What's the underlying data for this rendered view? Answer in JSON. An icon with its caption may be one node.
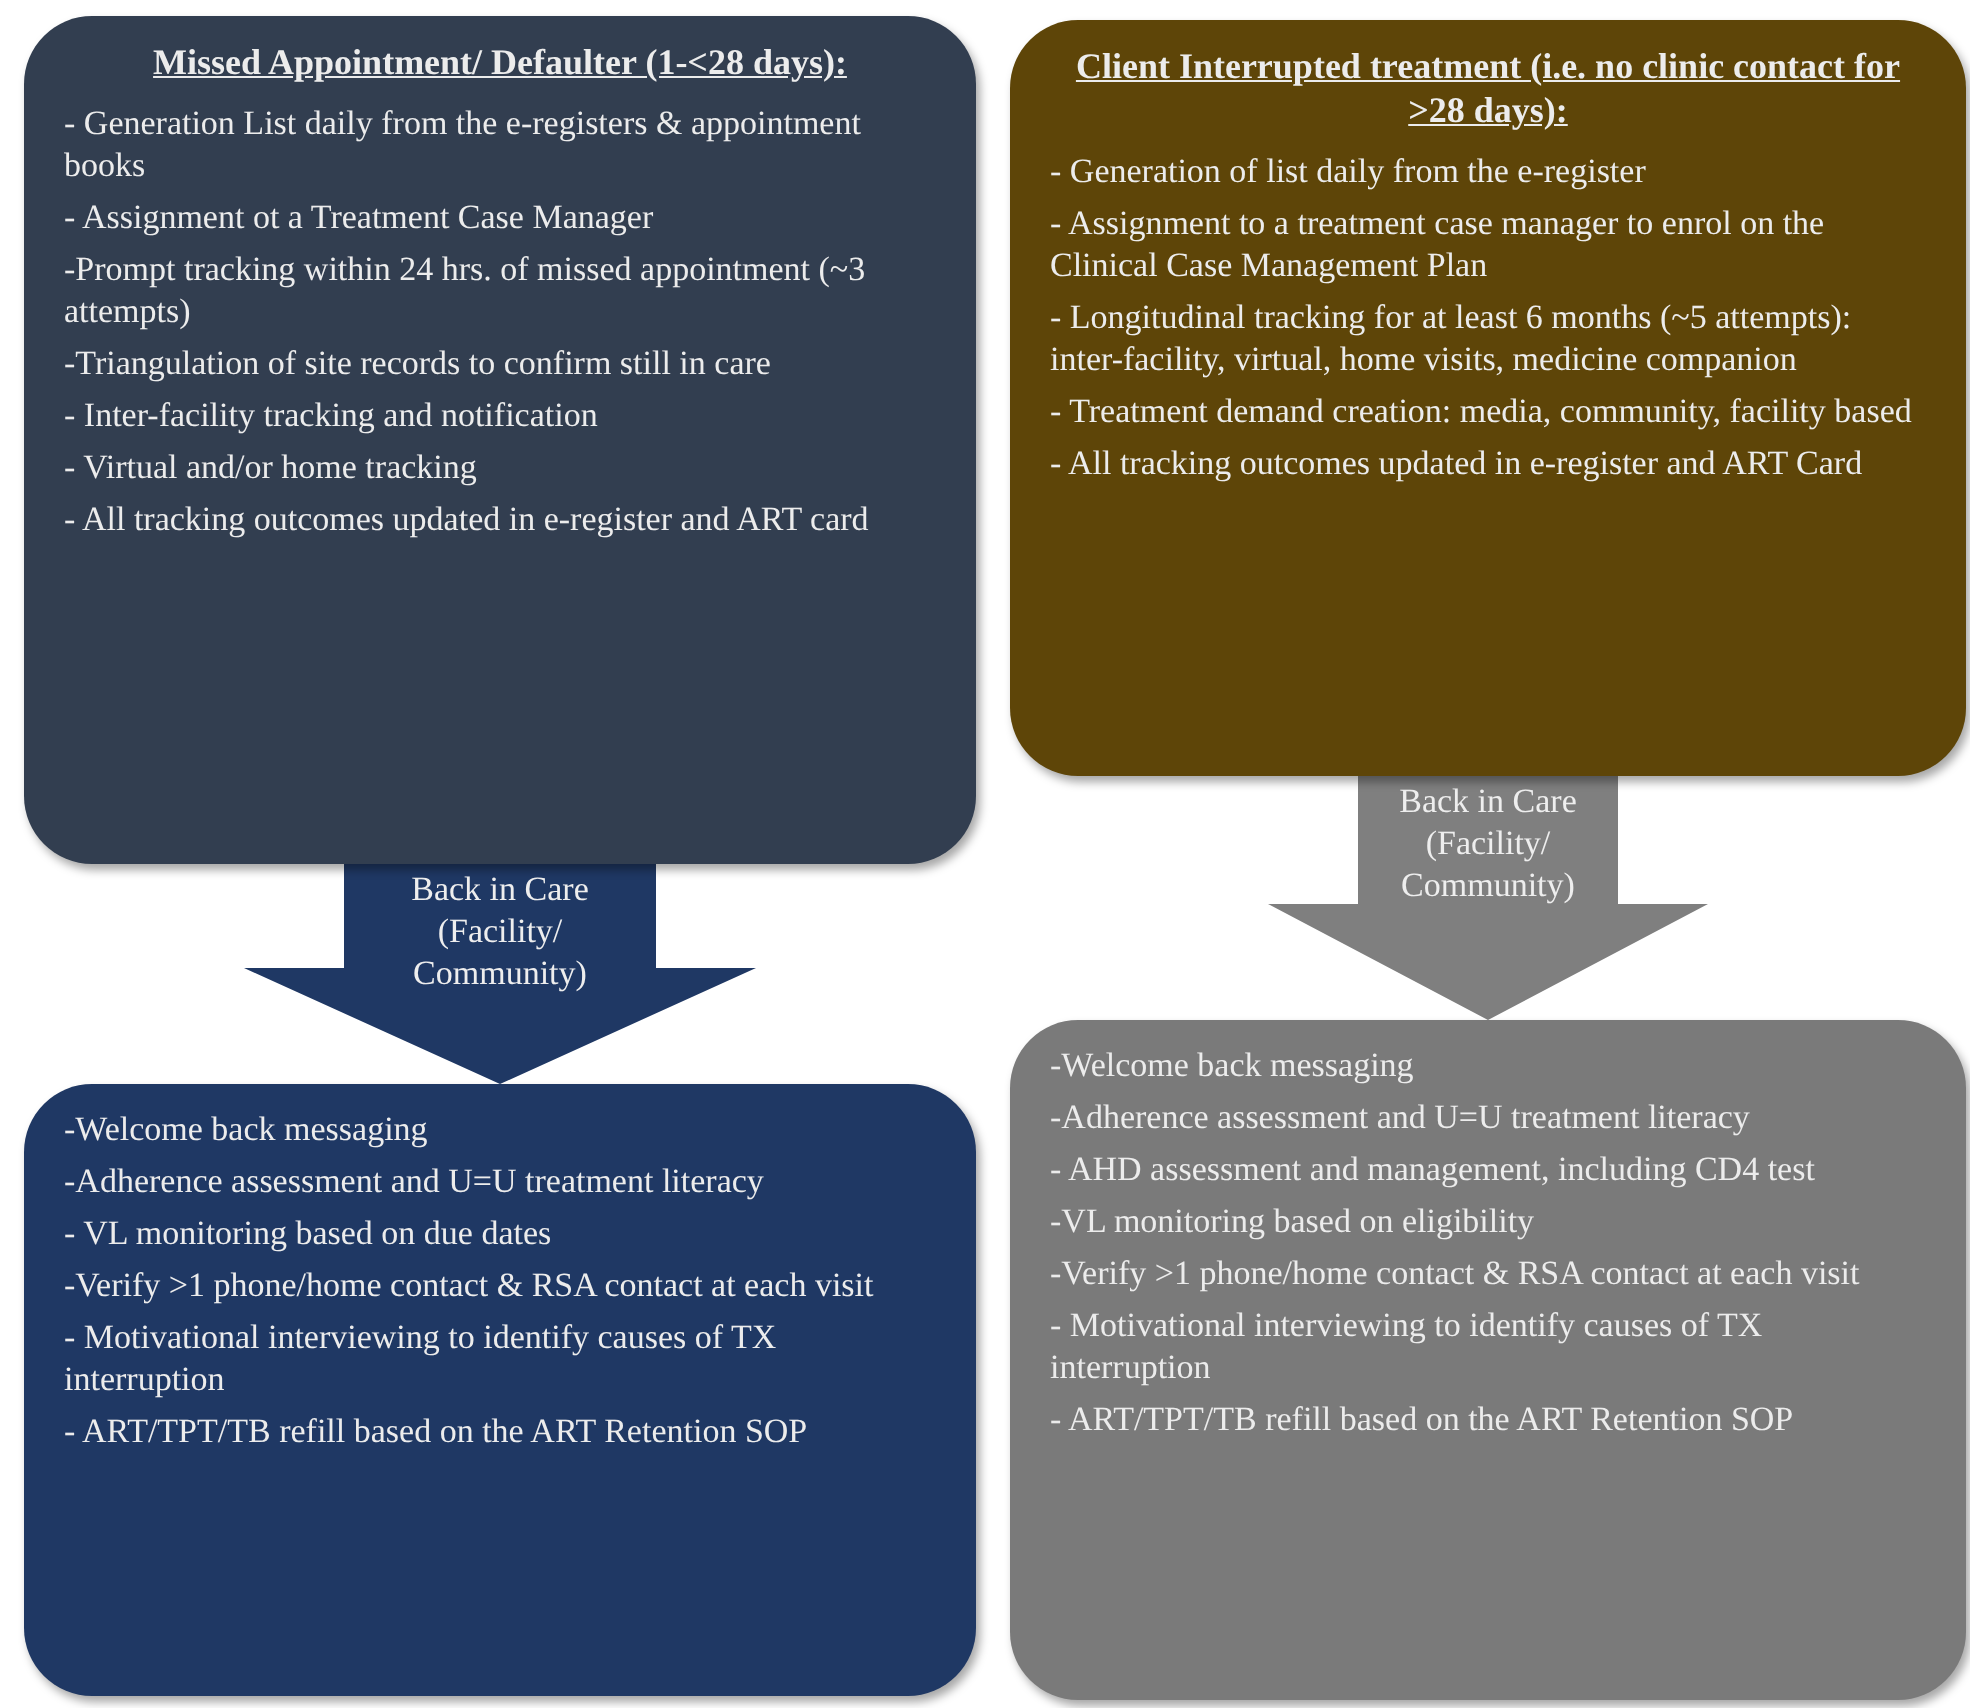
{
  "diagram": {
    "nodes": [
      {
        "text": [
          "Missed Appointment/ Defaulter (1-<28 days):",
          "- Generation List daily from the e-registers & appointment books",
          "- Assignment ot a Treatment Case Manager",
          "-Prompt tracking within 24 hrs. of missed appointment (~3 attempts)",
          "-Triangulation of site records to confirm still in care",
          "- Inter-facility tracking and notification",
          "- Virtual  and/or home tracking",
          "- All tracking outcomes updated in e-register and ART card"
        ]
      },
      {
        "text": [
          "Client Interrupted treatment (i.e. no clinic contact for >28 days):",
          "- Generation of list daily from the e-register",
          "- Assignment to a treatment case manager to enrol on the Clinical Case Management Plan",
          "- Longitudinal tracking for at least 6 months (~5 attempts): inter-facility, virtual, home visits, medicine companion",
          "- Treatment demand creation: media, community, facility based",
          "- All tracking outcomes updated in e-register and ART Card"
        ]
      },
      {
        "text": [
          "-Welcome back messaging",
          "-Adherence assessment and U=U treatment literacy",
          "- VL monitoring based on due dates",
          "-Verify >1 phone/home contact  & RSA contact at each visit",
          "- Motivational interviewing to identify causes of TX interruption",
          "- ART/TPT/TB refill based on the ART Retention SOP"
        ]
      },
      {
        "text": [
          "-Welcome back messaging",
          "-Adherence assessment and U=U treatment literacy",
          "-  AHD assessment and management, including CD4 test",
          "-VL monitoring based on eligibility",
          "-Verify >1 phone/home contact & RSA contact at each visit",
          "- Motivational interviewing to identify causes of TX interruption",
          "- ART/TPT/TB refill based on the ART Retention SOP"
        ]
      }
    ],
    "edges": [
      {
        "from": 0,
        "to": 2,
        "arrow": "to",
        "label": "Back in Care (Facility/ Community)",
        "style": "thick",
        "color": "#1f3864"
      },
      {
        "from": 1,
        "to": 3,
        "arrow": "to",
        "label": "Back in Care (Facility/ Community)",
        "style": "thick",
        "color": "#7f7f7f"
      }
    ]
  }
}
